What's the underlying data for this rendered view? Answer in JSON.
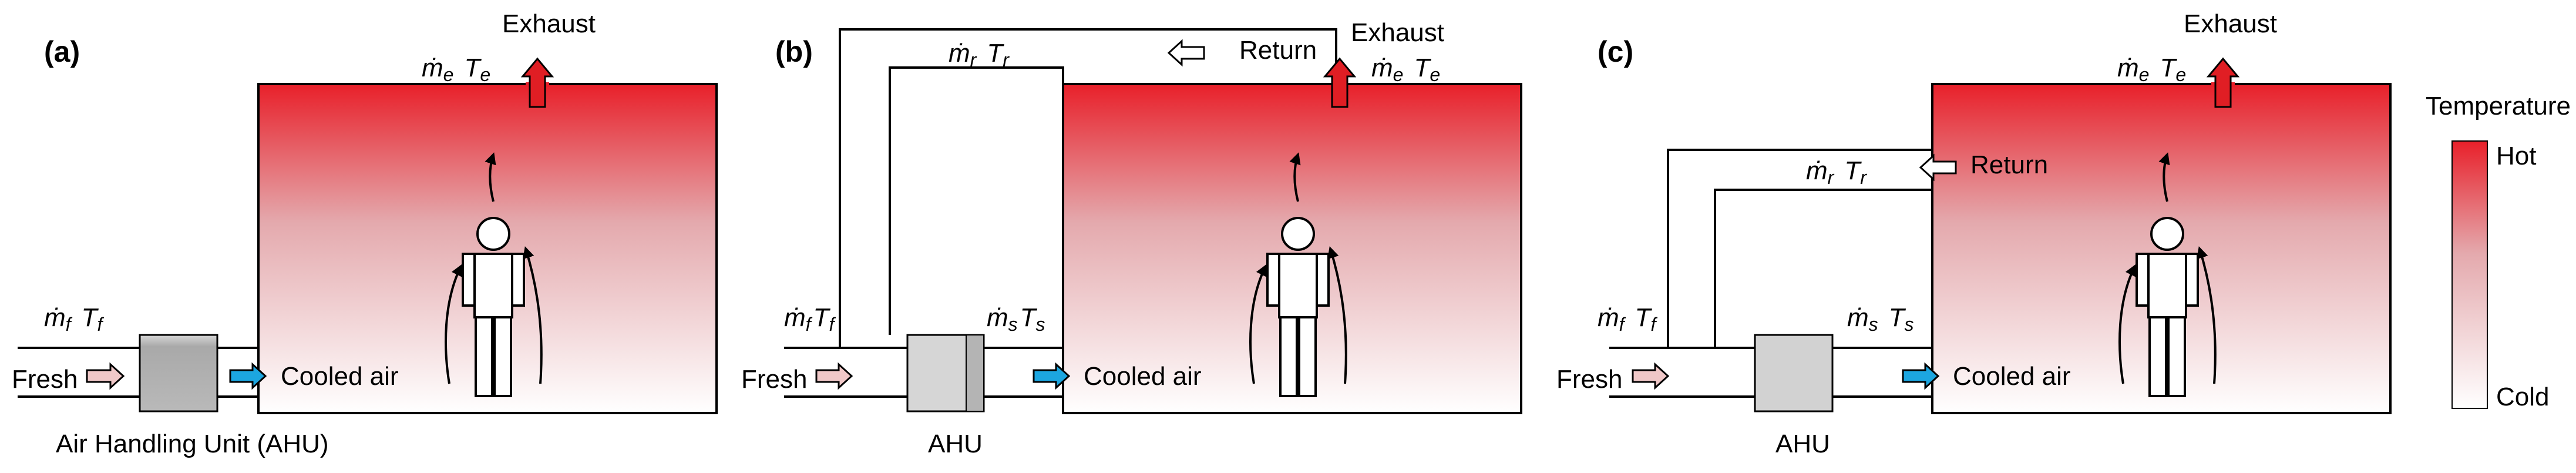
{
  "panels": [
    {
      "id": "a",
      "label": "(a)",
      "exhaust": "Exhaust",
      "exhaust_flow": {
        "m": "ṁ",
        "m_sub": "e",
        "t": "T",
        "t_sub": "e"
      },
      "fresh": "Fresh",
      "fresh_flow": {
        "m": "ṁ",
        "m_sub": "f",
        "t": "T",
        "t_sub": "f"
      },
      "cooled": "Cooled air",
      "ahu": "Air Handling Unit (AHU)"
    },
    {
      "id": "b",
      "label": "(b)",
      "exhaust": "Exhaust",
      "exhaust_flow": {
        "m": "ṁ",
        "m_sub": "e",
        "t": "T",
        "t_sub": "e"
      },
      "return": "Return",
      "return_flow": {
        "m": "ṁ",
        "m_sub": "r",
        "t": "T",
        "t_sub": "r"
      },
      "fresh": "Fresh",
      "fresh_flow": {
        "m": "ṁ",
        "m_sub": "f",
        "t": "T",
        "t_sub": "f"
      },
      "supply_flow": {
        "m": "ṁ",
        "m_sub": "s",
        "t": "T",
        "t_sub": "s"
      },
      "cooled": "Cooled air",
      "ahu": "AHU"
    },
    {
      "id": "c",
      "label": "(c)",
      "exhaust": "Exhaust",
      "exhaust_flow": {
        "m": "ṁ",
        "m_sub": "e",
        "t": "T",
        "t_sub": "e"
      },
      "return": "Return",
      "return_flow": {
        "m": "ṁ",
        "m_sub": "r",
        "t": "T",
        "t_sub": "r"
      },
      "fresh": "Fresh",
      "fresh_flow": {
        "m": "ṁ",
        "m_sub": "f",
        "t": "T",
        "t_sub": "f"
      },
      "supply_flow": {
        "m": "ṁ",
        "m_sub": "s",
        "t": "T",
        "t_sub": "s"
      },
      "cooled": "Cooled air",
      "ahu": "AHU"
    }
  ],
  "legend": {
    "title": "Temperature",
    "hot": "Hot",
    "cold": "Cold"
  },
  "colors": {
    "hot": "#e8202a",
    "mid": "#e4a9ad",
    "cold": "#ffffff",
    "supply_arrow": "#1ca6e0",
    "fresh_arrow": "#f0c8c8",
    "exhaust_arrow": "#e01e24",
    "ahu_fill": "#b4b4b4"
  }
}
